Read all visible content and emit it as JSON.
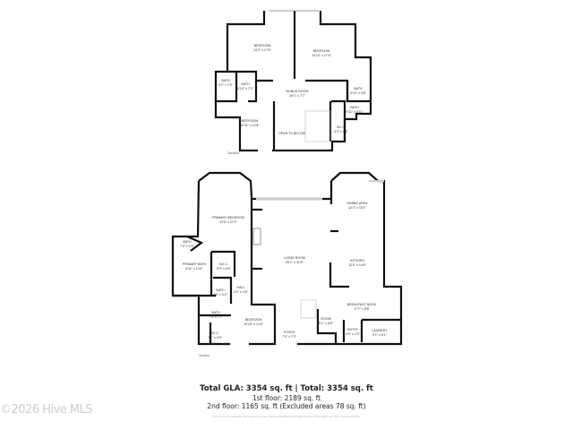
{
  "floors": [
    {
      "label": "2nd floor",
      "rooms": [
        {
          "name": "BEDROOM",
          "dims": "14'5\" x 17'6\""
        },
        {
          "name": "BEDROOM",
          "dims": "15'10\" x 17'6\""
        },
        {
          "name": "BATH",
          "dims": "5'1\" x 7'3\""
        },
        {
          "name": "BATH",
          "dims": "6'10\" x 7'3\""
        },
        {
          "name": "BONUS ROOM",
          "dims": "19'1\" x 7'7\""
        },
        {
          "name": "BATH",
          "dims": "5'10\" x 5'6\""
        },
        {
          "name": "BATH",
          "dims": "9'11\" x 5'11\""
        },
        {
          "name": "W.I.C.",
          "dims": "4'3\" x 5'6\""
        },
        {
          "name": "BEDROOM",
          "dims": "14'11\" x 12'8\""
        },
        {
          "name": "OPEN TO BELOW",
          "dims": ""
        }
      ]
    },
    {
      "label": "1st floor",
      "rooms": [
        {
          "name": "PRIMARY BEDROOM",
          "dims": "13'5\" x 27'0\""
        },
        {
          "name": "DINING AREA",
          "dims": "12'3\" x 15'0\""
        },
        {
          "name": "LIVING ROOM",
          "dims": "20'1\" x 31'5\""
        },
        {
          "name": "KITCHEN",
          "dims": "12'5\" x 14'6\""
        },
        {
          "name": "BATH",
          "dims": "7'2\" x 2'6\""
        },
        {
          "name": "PRIMARY BATH",
          "dims": "9'11\" x 13'4\""
        },
        {
          "name": "W.I.C.",
          "dims": "5'9\" x 6'9\""
        },
        {
          "name": "HALL",
          "dims": "3'2\" x 4'5\""
        },
        {
          "name": "BATH",
          "dims": "4'6\" x 5'4\""
        },
        {
          "name": "BREAKFAST NOOK",
          "dims": "17'7\" x 8'8\""
        },
        {
          "name": "BATH",
          "dims": "7'3\" x 7'7\""
        },
        {
          "name": "BEDROOM",
          "dims": "10'10\" x 12'8\""
        },
        {
          "name": "ROOM",
          "dims": "5'1\" x 6'8\""
        },
        {
          "name": "W.I.C.",
          "dims": "7'1\" x 4'9\""
        },
        {
          "name": "FOYER",
          "dims": "7'0\" x 7'3\""
        },
        {
          "name": "ENTRY",
          "dims": "4'9\" x 3'3\""
        },
        {
          "name": "LAUNDRY",
          "dims": "9'1\" x 5'1\""
        }
      ]
    }
  ],
  "summary": {
    "total": "Total GLA: 3354 sq. ft | Total: 3354 sq. ft",
    "first": "1st floor: 2189 sq. ft",
    "second": "2nd floor: 1165 sq. ft (Excluded areas 78 sq. ft)",
    "disclaimer": "FLOOR PLAN CREATED BY CUBICASA APP. MEASUREMENTS DEEMED HIGHLY RELIABLE BUT NOT GUARANTEED."
  },
  "watermark": "©2026 Hive MLS"
}
